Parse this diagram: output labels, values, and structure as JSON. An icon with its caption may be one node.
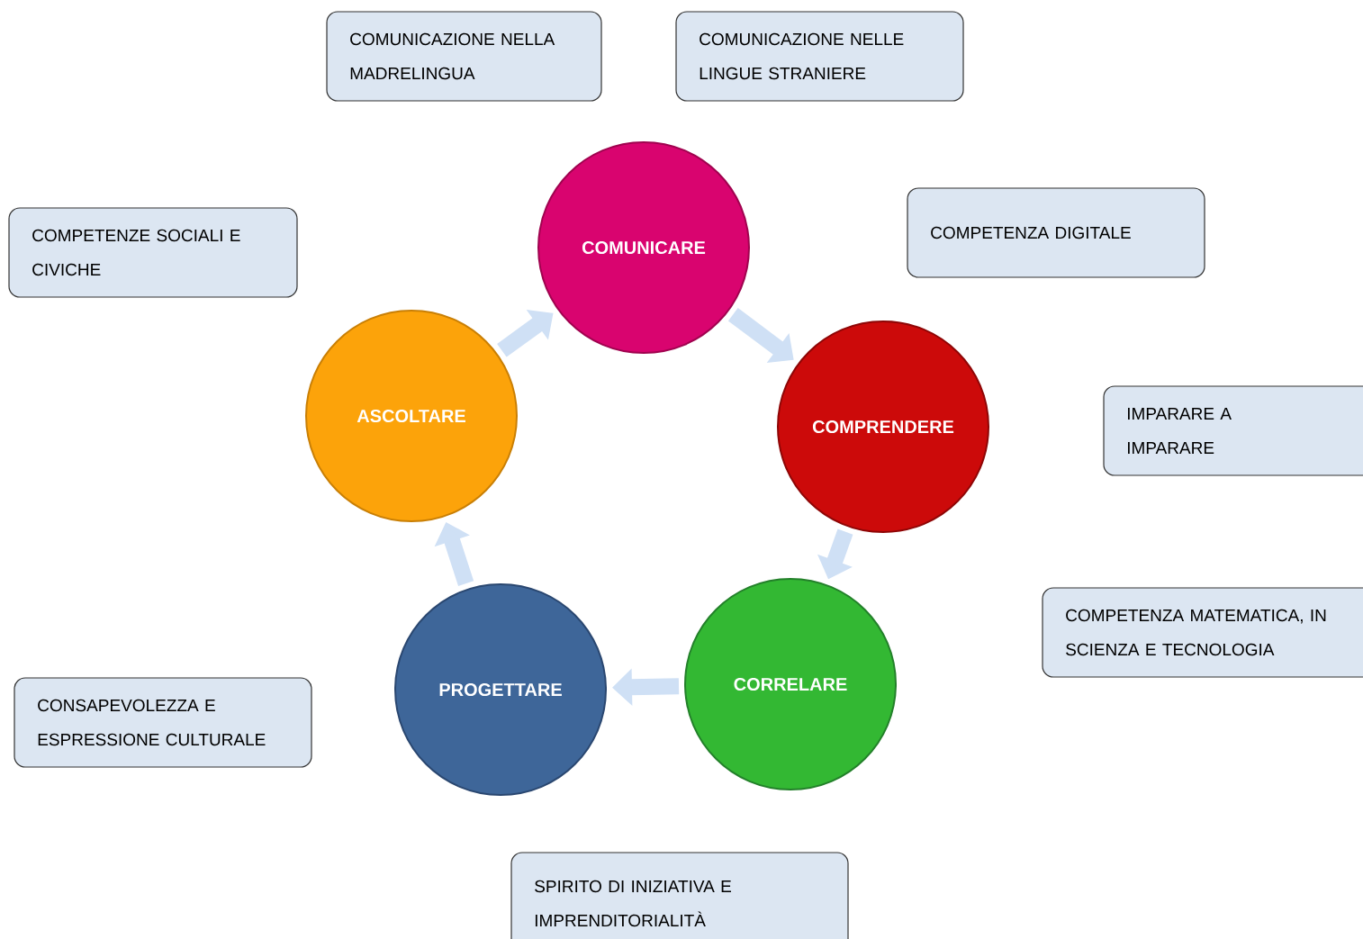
{
  "diagram": {
    "nodes": [
      {
        "text": [
          "COMUNICAZIONE NELLA MADRELINGUA"
        ]
      },
      {
        "text": [
          "COMUNICAZIONE NELLE LINGUE STRANIERE"
        ]
      },
      {
        "text": [
          "COMUNICARE"
        ]
      },
      {
        "text": [
          "COMPETENZA DIGITALE"
        ]
      },
      {
        "text": [
          "COMPETENZE SOCIALI E CIVICHE"
        ]
      },
      {
        "text": [
          "ASCOLTARE"
        ]
      },
      {
        "text": [
          "COMPRENDERE"
        ]
      },
      {
        "text": [
          "IMPARARE A IMPARARE"
        ]
      },
      {
        "text": [
          "CORRELARE"
        ]
      },
      {
        "text": [
          "COMPETENZA MATEMATICA, IN SCIENZA E TECNOLOGIA"
        ]
      },
      {
        "text": [
          "PROGETTARE"
        ]
      },
      {
        "text": [
          "CONSAPEVOLEZZA E ESPRESSIONE CULTURALE"
        ]
      },
      {
        "text": [
          "SPIRITO DI INIZIATIVA E IMPRENDITORIALITÀ"
        ]
      }
    ],
    "edges": [
      {
        "from": 2,
        "to": 6,
        "arrow": "to"
      },
      {
        "from": 6,
        "to": 8,
        "arrow": "to"
      },
      {
        "from": 8,
        "to": 10,
        "arrow": "to"
      },
      {
        "from": 10,
        "to": 5,
        "arrow": "to"
      },
      {
        "from": 5,
        "to": 2,
        "arrow": "to"
      }
    ]
  }
}
